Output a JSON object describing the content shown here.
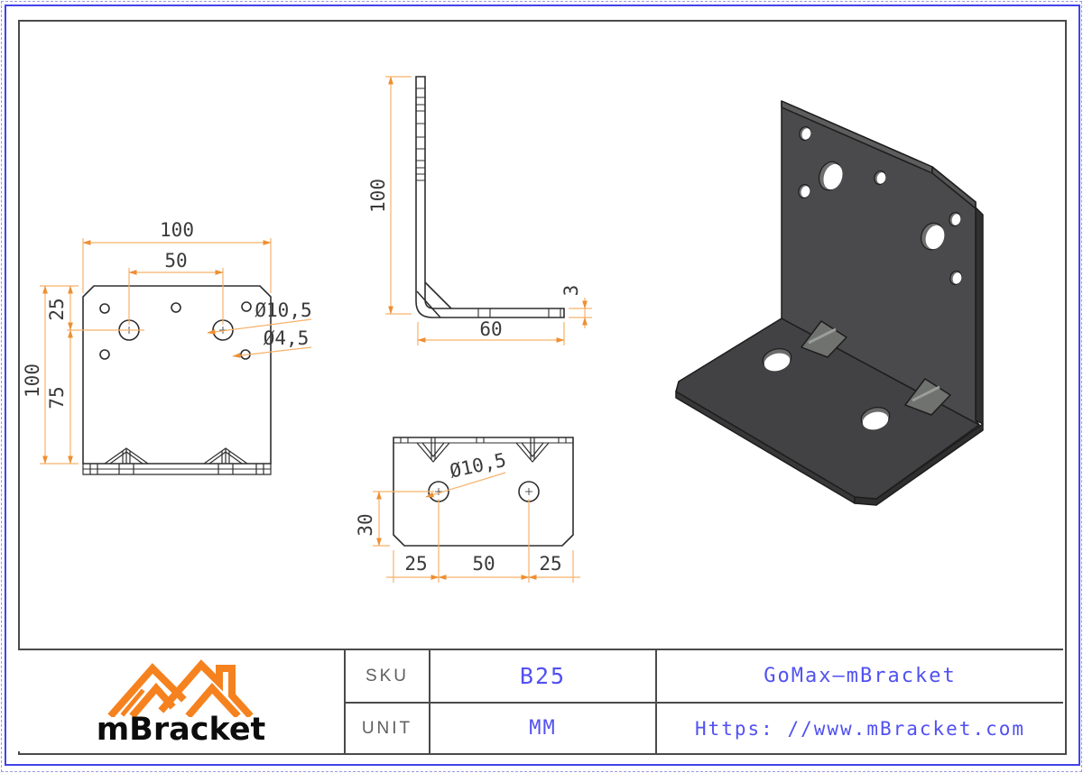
{
  "colors": {
    "frame_blue": "#4343ea",
    "frame_inner": "#4a4a4a",
    "line": "#2e2e2e",
    "dimension_line": "#f6b26b",
    "dimension_arrow": "#ee8f33",
    "dimension_text": "#3a3a3a",
    "value_blue": "#5151f2",
    "logo_orange": "#f5821f",
    "model_face": "#4a4a4c",
    "model_base": "#424244",
    "model_rib": "#6f726f"
  },
  "front_view": {
    "dim_width": "100",
    "dim_hole_spacing": "50",
    "dim_top_offset": "25",
    "dim_height": "100",
    "dim_bottom_offset": "75",
    "label_large_hole": "Ø10,5",
    "label_small_hole": "Ø4,5"
  },
  "side_view": {
    "dim_height": "100",
    "dim_depth": "60",
    "dim_thickness": "3"
  },
  "bottom_view": {
    "label_hole": "Ø10,5",
    "dim_edge_offset": "30",
    "dim_left": "25",
    "dim_center": "50",
    "dim_right": "25"
  },
  "title_block": {
    "brand": "mBracket",
    "sku_label": "SKU",
    "sku_value": "B25",
    "unit_label": "UNIT",
    "unit_value": "MM",
    "product_name": "GoMax—mBracket",
    "website": "Https: //www.mBracket.com"
  }
}
